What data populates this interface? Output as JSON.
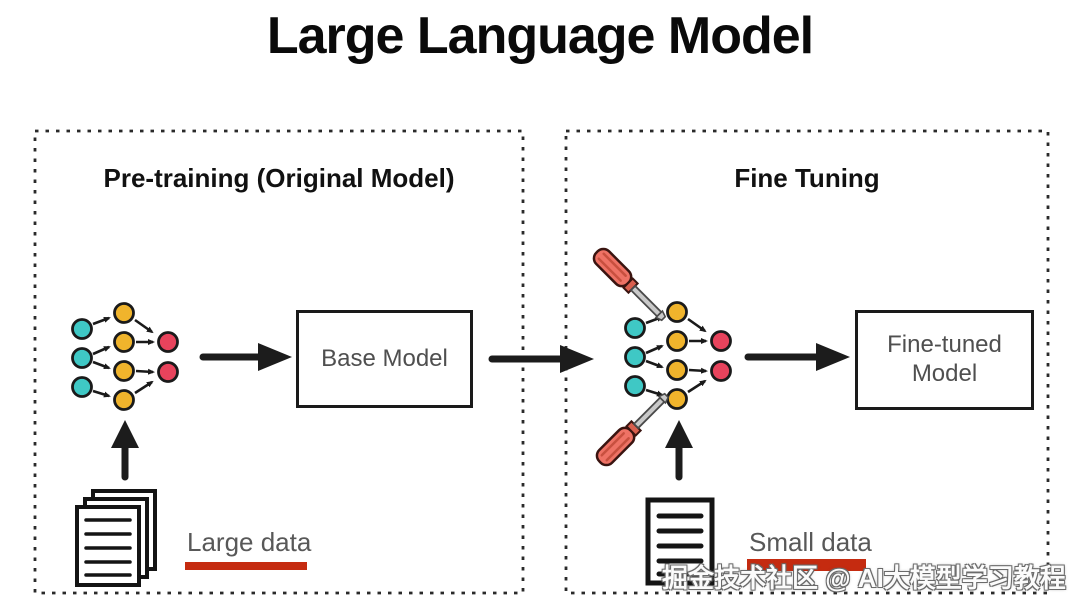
{
  "title": "Large Language Model",
  "pretraining": {
    "header": "Pre-training (Original Model)",
    "model_box_label": "Base Model",
    "data_label": "Large data"
  },
  "finetuning": {
    "header": "Fine Tuning",
    "model_box_label": "Fine-tuned Model",
    "data_label": "Small data"
  },
  "watermark": "掘金技术社区 @ AI大模型学习教程",
  "colors": {
    "node_teal": "#3fc8c5",
    "node_yellow": "#f0b42c",
    "node_red": "#e8435c",
    "node_outline": "#1a1a1a",
    "screwdriver_handle": "#ee7265",
    "screwdriver_shaft": "#c9c9c9",
    "underline_red": "#c52b10",
    "arrow_black": "#1c1c1c"
  },
  "icons": {
    "left_network": "neural-network-icon",
    "right_network": "neural-network-icon",
    "top_screwdriver": "screwdriver-icon",
    "bottom_screwdriver": "screwdriver-icon",
    "left_documents": "document-stack-icon",
    "right_document": "document-icon",
    "horizontal_arrows": "arrow-right-icon",
    "vertical_arrows": "arrow-up-icon"
  }
}
